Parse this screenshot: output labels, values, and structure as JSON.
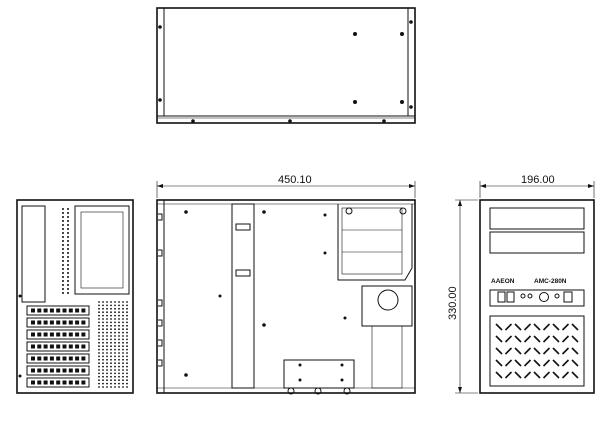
{
  "dimensions": {
    "depth": "450.10",
    "width": "196.00",
    "height": "330.00"
  },
  "front_panel": {
    "brand": "AAEON",
    "model": "AMC-280N"
  },
  "colors": {
    "line": "#111111",
    "background": "#ffffff"
  }
}
